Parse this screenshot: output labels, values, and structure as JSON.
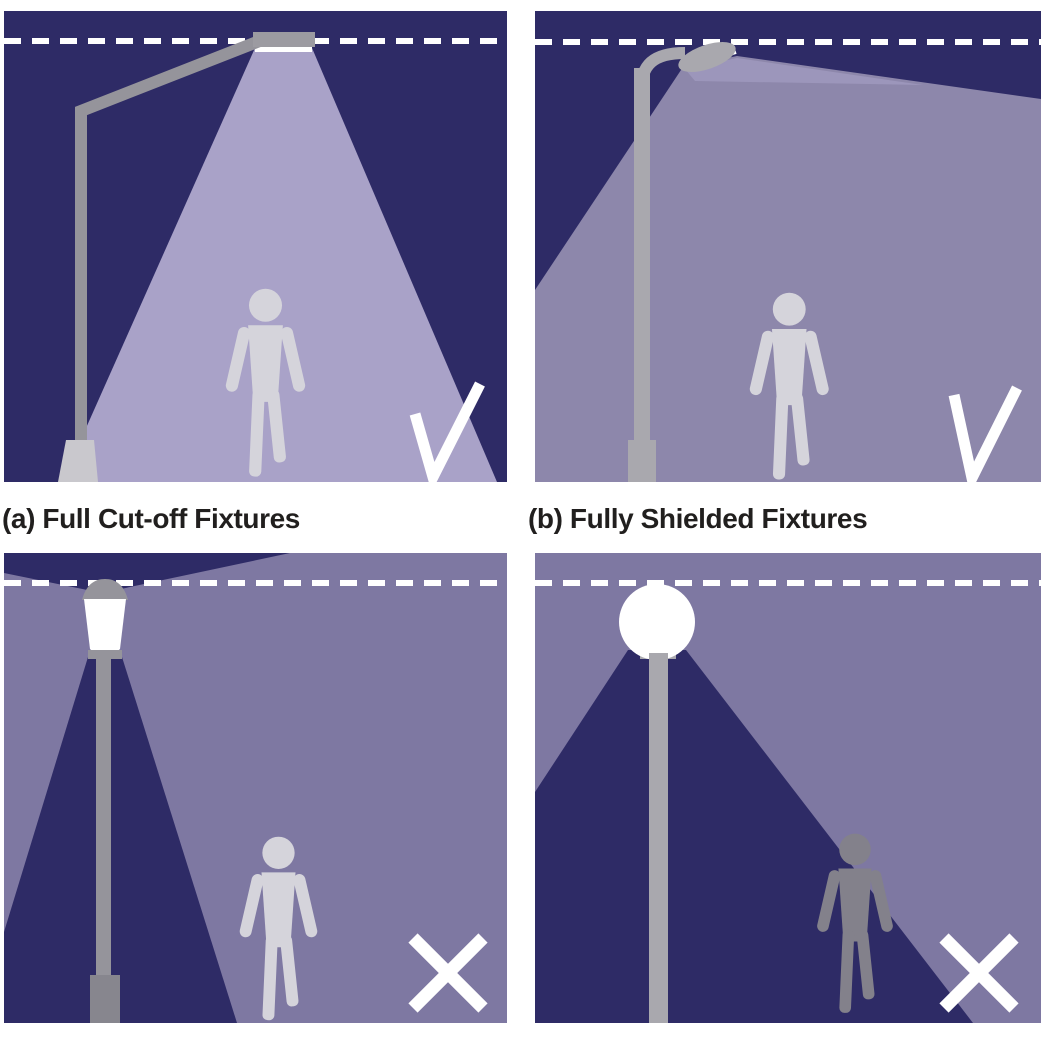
{
  "colors": {
    "page-bg": "#ffffff",
    "navy": "#2e2b66",
    "beam-bright": "#a9a2c8",
    "beam-mid": "#8d87ab",
    "ground-lit": "#7e78a2",
    "person-light": "#d5d4db",
    "person-dim": "#83818b",
    "person-lit": "#b2b0bb",
    "pole-gray": "#95949b",
    "pole-light": "#a9a8ae",
    "pole-dark": "#87868e",
    "base-light": "#c9c8cd",
    "fixture-gray": "#9c9ba1",
    "white": "#ffffff",
    "caption": "#211f1e"
  },
  "figure": {
    "captions": {
      "a": "(a) Full Cut-off Fixtures",
      "b": "(b) Fully Shielded Fixtures"
    },
    "marks": {
      "a": "check",
      "b": "check",
      "c": "cross",
      "d": "cross"
    }
  }
}
